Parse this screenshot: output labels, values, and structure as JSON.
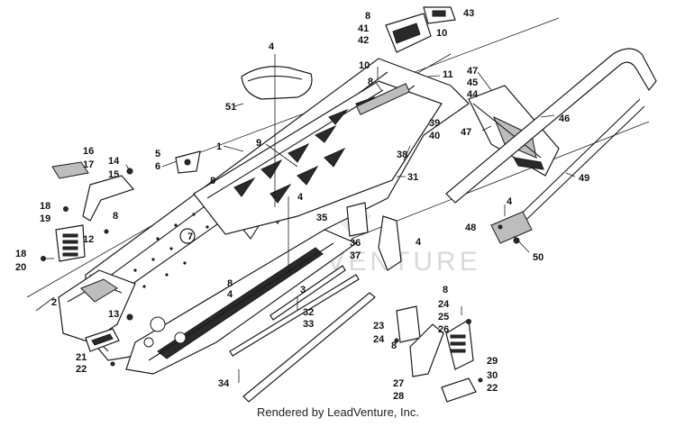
{
  "footer_text": "Rendered by LeadVenture, Inc.",
  "watermark_text": "LEADVENTURE",
  "callouts": [
    {
      "id": "c16",
      "label": "16"
    },
    {
      "id": "c17",
      "label": "17"
    },
    {
      "id": "c14",
      "label": "14"
    },
    {
      "id": "c15",
      "label": "15"
    },
    {
      "id": "c18a",
      "label": "18"
    },
    {
      "id": "c19",
      "label": "19"
    },
    {
      "id": "c12",
      "label": "12"
    },
    {
      "id": "c18b",
      "label": "18"
    },
    {
      "id": "c20",
      "label": "20"
    },
    {
      "id": "c2",
      "label": "2"
    },
    {
      "id": "c13",
      "label": "13"
    },
    {
      "id": "c21",
      "label": "21"
    },
    {
      "id": "c22a",
      "label": "22"
    },
    {
      "id": "c5",
      "label": "5"
    },
    {
      "id": "c6",
      "label": "6"
    },
    {
      "id": "c1",
      "label": "1"
    },
    {
      "id": "c9",
      "label": "9"
    },
    {
      "id": "c4a",
      "label": "4"
    },
    {
      "id": "c51",
      "label": "51"
    },
    {
      "id": "c8a",
      "label": "8"
    },
    {
      "id": "c8b",
      "label": "8"
    },
    {
      "id": "c7",
      "label": "7"
    },
    {
      "id": "c4b",
      "label": "4"
    },
    {
      "id": "c8c",
      "label": "8"
    },
    {
      "id": "c4c",
      "label": "4"
    },
    {
      "id": "c3",
      "label": "3"
    },
    {
      "id": "c32",
      "label": "32"
    },
    {
      "id": "c33",
      "label": "33"
    },
    {
      "id": "c34",
      "label": "34"
    },
    {
      "id": "c8d",
      "label": "8"
    },
    {
      "id": "c41",
      "label": "41"
    },
    {
      "id": "c42",
      "label": "42"
    },
    {
      "id": "c43",
      "label": "43"
    },
    {
      "id": "c10a",
      "label": "10"
    },
    {
      "id": "c10b",
      "label": "10"
    },
    {
      "id": "c11",
      "label": "11"
    },
    {
      "id": "c8e",
      "label": "8"
    },
    {
      "id": "c39",
      "label": "39"
    },
    {
      "id": "c40",
      "label": "40"
    },
    {
      "id": "c38",
      "label": "38"
    },
    {
      "id": "c31",
      "label": "31"
    },
    {
      "id": "c35",
      "label": "35"
    },
    {
      "id": "c36",
      "label": "36"
    },
    {
      "id": "c37",
      "label": "37"
    },
    {
      "id": "c4d",
      "label": "4"
    },
    {
      "id": "c47a",
      "label": "47"
    },
    {
      "id": "c45",
      "label": "45"
    },
    {
      "id": "c44",
      "label": "44"
    },
    {
      "id": "c46",
      "label": "46"
    },
    {
      "id": "c47b",
      "label": "47"
    },
    {
      "id": "c49",
      "label": "49"
    },
    {
      "id": "c4e",
      "label": "4"
    },
    {
      "id": "c48",
      "label": "48"
    },
    {
      "id": "c50",
      "label": "50"
    },
    {
      "id": "c8f",
      "label": "8"
    },
    {
      "id": "c24a",
      "label": "24"
    },
    {
      "id": "c25",
      "label": "25"
    },
    {
      "id": "c23",
      "label": "23"
    },
    {
      "id": "c24b",
      "label": "24"
    },
    {
      "id": "c26",
      "label": "26"
    },
    {
      "id": "c8g",
      "label": "8"
    },
    {
      "id": "c29",
      "label": "29"
    },
    {
      "id": "c30",
      "label": "30"
    },
    {
      "id": "c27",
      "label": "27"
    },
    {
      "id": "c22b",
      "label": "22"
    },
    {
      "id": "c28",
      "label": "28"
    }
  ]
}
